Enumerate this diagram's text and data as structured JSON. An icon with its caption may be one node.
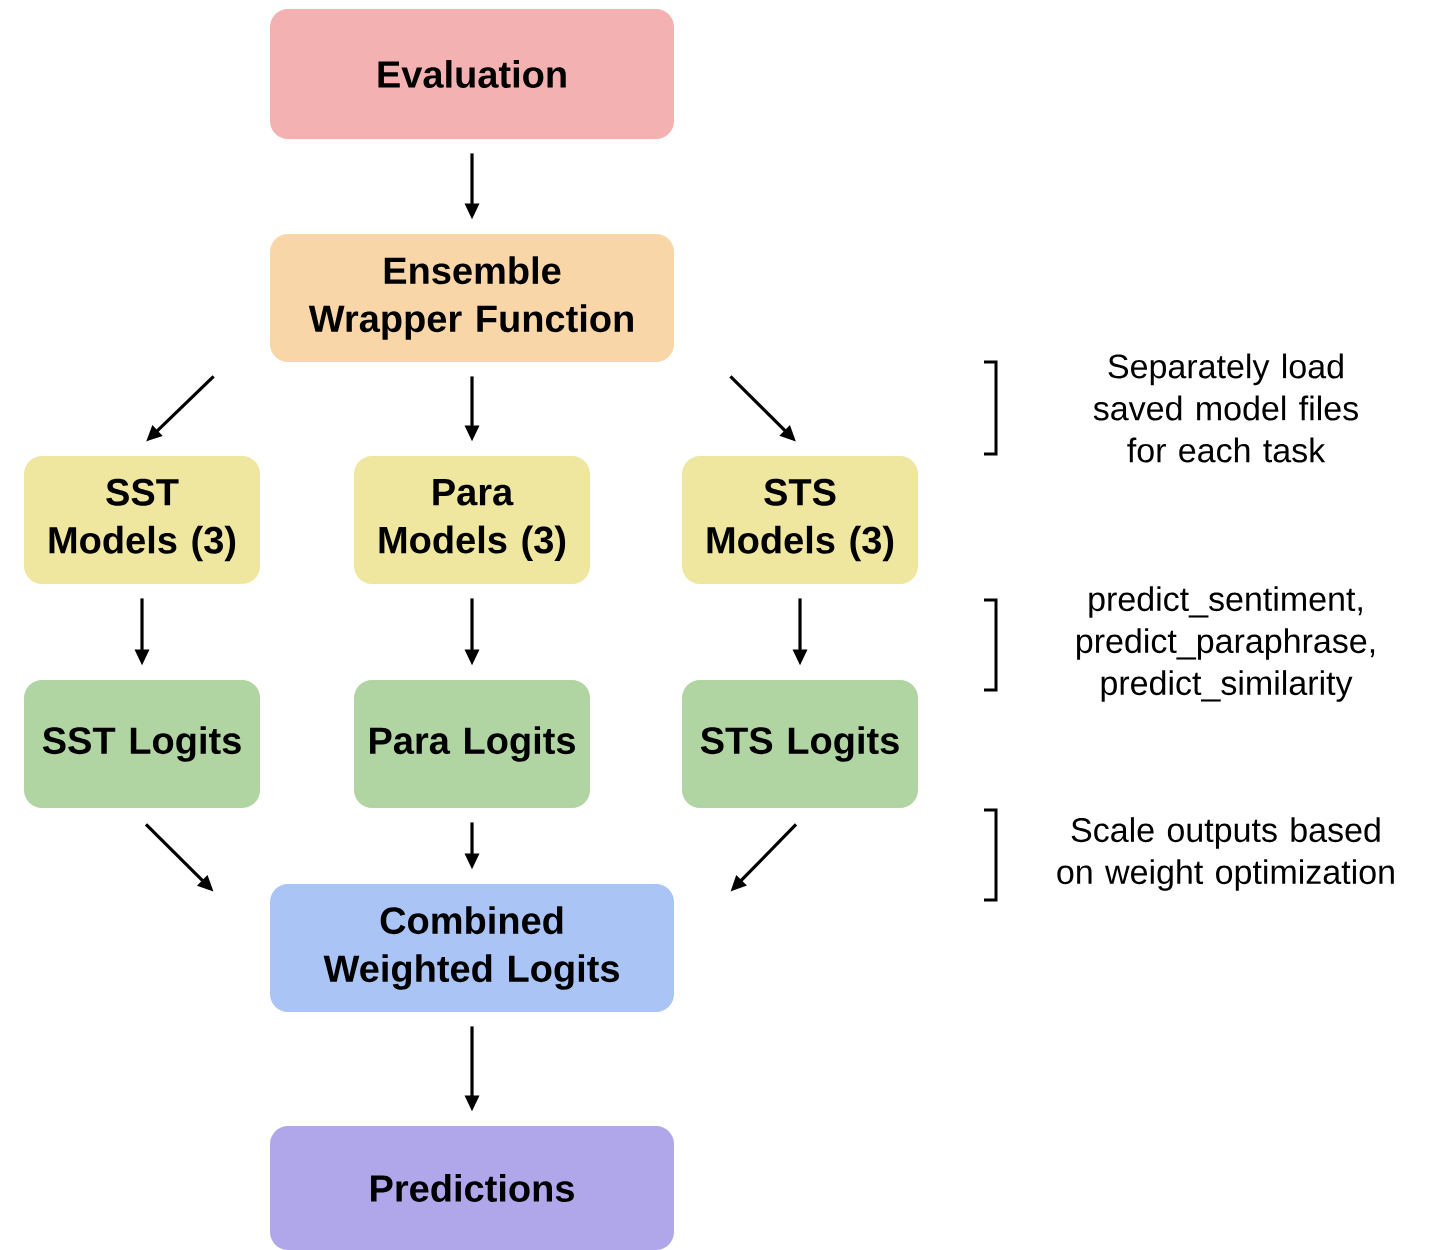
{
  "diagram": {
    "nodes": [
      {
        "text": [
          "Evaluation"
        ]
      },
      {
        "text": [
          "Ensemble Wrapper Function"
        ]
      },
      {
        "text": [
          "SST Models (3)"
        ]
      },
      {
        "text": [
          "Para Models (3)"
        ]
      },
      {
        "text": [
          "STS Models (3)"
        ]
      },
      {
        "text": [
          "SST Logits"
        ]
      },
      {
        "text": [
          "Para Logits"
        ]
      },
      {
        "text": [
          "STS Logits"
        ]
      },
      {
        "text": [
          "Combined Weighted Logits"
        ]
      },
      {
        "text": [
          "Predictions"
        ]
      }
    ],
    "edges": [
      {
        "from": 0,
        "to": 1,
        "arrow": "to"
      },
      {
        "from": 1,
        "to": 2,
        "arrow": "to"
      },
      {
        "from": 1,
        "to": 3,
        "arrow": "to"
      },
      {
        "from": 1,
        "to": 4,
        "arrow": "to"
      },
      {
        "from": 2,
        "to": 5,
        "arrow": "to"
      },
      {
        "from": 3,
        "to": 6,
        "arrow": "to"
      },
      {
        "from": 4,
        "to": 7,
        "arrow": "to"
      },
      {
        "from": 5,
        "to": 8,
        "arrow": "to"
      },
      {
        "from": 6,
        "to": 8,
        "arrow": "to"
      },
      {
        "from": 7,
        "to": 8,
        "arrow": "to"
      },
      {
        "from": 8,
        "to": 9,
        "arrow": "to"
      }
    ],
    "labels": [
      "Separately load saved model files for each task",
      "predict_sentiment, predict_paraphrase, predict_similarity",
      "Scale outputs based on weight optimization"
    ]
  }
}
